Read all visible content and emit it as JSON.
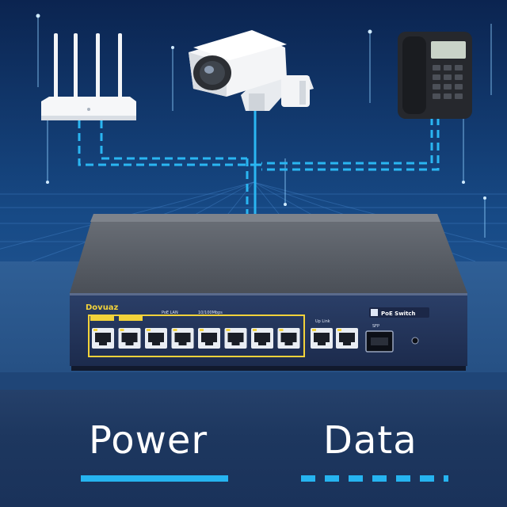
{
  "brand": "Dovuaz",
  "switch": {
    "badge": "PoE Switch",
    "model": "",
    "port_group_label": "PoE LAN",
    "speed_label": "10/100Mbps",
    "uplink_label": "Up Link",
    "sfp_label": "SFP",
    "poe_port_count": 8,
    "uplink_port_count": 2
  },
  "legend": {
    "power_label": "Power",
    "data_label": "Data"
  },
  "colors": {
    "accent_line": "#26b4f0",
    "background": "#0d2a55",
    "legend_bg": "#1d375f",
    "port_highlight": "#f2d23a"
  },
  "icons": [
    "router-icon",
    "camera-icon",
    "phone-icon",
    "switch-icon"
  ]
}
